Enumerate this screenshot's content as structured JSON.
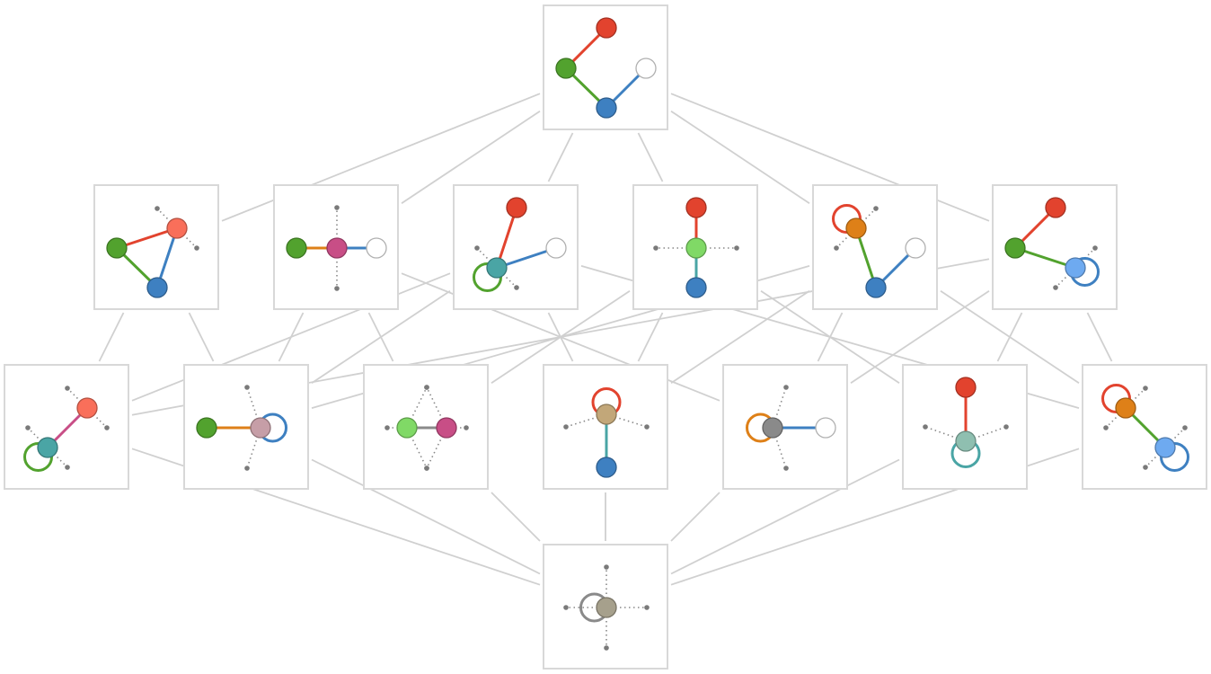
{
  "diagram": {
    "colors": {
      "red": "#e2432e",
      "salmon": "#f96f5a",
      "green": "#52a22e",
      "blue": "#3e80c1",
      "lightblue": "#6eaaf0",
      "teal": "#4aa5a5",
      "orange": "#de8018",
      "magenta": "#c84e86",
      "lightgreen": "#80d966",
      "tan": "#c2a779",
      "gray": "#8a8a8a",
      "white": "#ffffff",
      "mauve": "#c69ea7",
      "seafoam": "#8fbfb0",
      "khaki": "#a6a08c",
      "connector": "#d0d0d0",
      "frame": "#d8d8d8"
    },
    "graphs": [
      {
        "id": "root",
        "nodes": [
          {
            "color": "red"
          },
          {
            "color": "green"
          },
          {
            "color": "white"
          },
          {
            "color": "blue"
          }
        ],
        "edges": [
          {
            "from": 0,
            "to": 1,
            "color": "red"
          },
          {
            "from": 1,
            "to": 3,
            "color": "green"
          },
          {
            "from": 2,
            "to": 3,
            "color": "blue"
          }
        ]
      },
      {
        "id": "triangle",
        "nodes": [
          {
            "color": "green"
          },
          {
            "color": "salmon"
          },
          {
            "color": "blue"
          }
        ],
        "edges": [
          {
            "from": 0,
            "to": 1,
            "color": "red"
          },
          {
            "from": 0,
            "to": 2,
            "color": "green"
          },
          {
            "from": 1,
            "to": 2,
            "color": "blue"
          }
        ]
      },
      {
        "id": "magenta-hub",
        "nodes": [
          {
            "color": "green"
          },
          {
            "color": "magenta"
          },
          {
            "color": "white"
          }
        ],
        "edges": [
          {
            "from": 0,
            "to": 1,
            "color": "orange"
          },
          {
            "from": 1,
            "to": 2,
            "color": "blue"
          }
        ]
      },
      {
        "id": "teal-loop-green",
        "nodes": [
          {
            "color": "red"
          },
          {
            "color": "teal"
          },
          {
            "color": "white"
          }
        ],
        "edges": [
          {
            "from": 0,
            "to": 1,
            "color": "red"
          },
          {
            "from": 1,
            "to": 2,
            "color": "blue"
          }
        ],
        "loops": [
          {
            "node": 1,
            "color": "green"
          }
        ]
      },
      {
        "id": "lightgreen-hub",
        "nodes": [
          {
            "color": "red"
          },
          {
            "color": "lightgreen"
          },
          {
            "color": "blue"
          }
        ],
        "edges": [
          {
            "from": 0,
            "to": 1,
            "color": "red"
          },
          {
            "from": 1,
            "to": 2,
            "color": "teal"
          }
        ]
      },
      {
        "id": "orange-loop-red",
        "nodes": [
          {
            "color": "orange"
          },
          {
            "color": "white"
          },
          {
            "color": "blue"
          }
        ],
        "edges": [
          {
            "from": 0,
            "to": 2,
            "color": "green"
          },
          {
            "from": 1,
            "to": 2,
            "color": "blue"
          }
        ],
        "loops": [
          {
            "node": 0,
            "color": "red"
          }
        ]
      },
      {
        "id": "lightblue-loop-blue",
        "nodes": [
          {
            "color": "red"
          },
          {
            "color": "green"
          },
          {
            "color": "lightblue"
          }
        ],
        "edges": [
          {
            "from": 0,
            "to": 1,
            "color": "red"
          },
          {
            "from": 1,
            "to": 2,
            "color": "green"
          }
        ],
        "loops": [
          {
            "node": 2,
            "color": "blue"
          }
        ]
      },
      {
        "id": "salmon-teal",
        "nodes": [
          {
            "color": "salmon"
          },
          {
            "color": "teal"
          }
        ],
        "edges": [
          {
            "from": 0,
            "to": 1,
            "color": "magenta"
          }
        ],
        "loops": [
          {
            "node": 1,
            "color": "green"
          }
        ]
      },
      {
        "id": "mauve-loop-blue",
        "nodes": [
          {
            "color": "green"
          },
          {
            "color": "mauve"
          }
        ],
        "edges": [
          {
            "from": 0,
            "to": 1,
            "color": "orange"
          }
        ],
        "loops": [
          {
            "node": 1,
            "color": "blue"
          }
        ]
      },
      {
        "id": "lightgreen-magenta",
        "nodes": [
          {
            "color": "lightgreen"
          },
          {
            "color": "magenta"
          }
        ],
        "edges": [
          {
            "from": 0,
            "to": 1,
            "color": "gray"
          }
        ]
      },
      {
        "id": "tan-loop-red",
        "nodes": [
          {
            "color": "tan"
          },
          {
            "color": "blue"
          }
        ],
        "edges": [
          {
            "from": 0,
            "to": 1,
            "color": "teal"
          }
        ],
        "loops": [
          {
            "node": 0,
            "color": "red"
          }
        ]
      },
      {
        "id": "gray-loop-orange",
        "nodes": [
          {
            "color": "gray"
          },
          {
            "color": "white"
          }
        ],
        "edges": [
          {
            "from": 0,
            "to": 1,
            "color": "blue"
          }
        ],
        "loops": [
          {
            "node": 0,
            "color": "orange"
          }
        ]
      },
      {
        "id": "seafoam-loop-teal",
        "nodes": [
          {
            "color": "red"
          },
          {
            "color": "seafoam"
          }
        ],
        "edges": [
          {
            "from": 0,
            "to": 1,
            "color": "red"
          }
        ],
        "loops": [
          {
            "node": 1,
            "color": "teal"
          }
        ]
      },
      {
        "id": "two-loops",
        "nodes": [
          {
            "color": "orange"
          },
          {
            "color": "lightblue"
          }
        ],
        "edges": [
          {
            "from": 0,
            "to": 1,
            "color": "green"
          }
        ],
        "loops": [
          {
            "node": 0,
            "color": "red"
          },
          {
            "node": 1,
            "color": "blue"
          }
        ]
      },
      {
        "id": "bottom",
        "nodes": [
          {
            "color": "khaki"
          }
        ],
        "edges": [],
        "loops": [
          {
            "node": 0,
            "color": "gray"
          }
        ]
      }
    ],
    "connections": [
      [
        "root",
        "triangle"
      ],
      [
        "root",
        "magenta-hub"
      ],
      [
        "root",
        "teal-loop-green"
      ],
      [
        "root",
        "lightgreen-hub"
      ],
      [
        "root",
        "orange-loop-red"
      ],
      [
        "root",
        "lightblue-loop-blue"
      ],
      [
        "triangle",
        "salmon-teal"
      ],
      [
        "triangle",
        "mauve-loop-blue"
      ],
      [
        "magenta-hub",
        "mauve-loop-blue"
      ],
      [
        "magenta-hub",
        "lightgreen-magenta"
      ],
      [
        "magenta-hub",
        "gray-loop-orange"
      ],
      [
        "teal-loop-green",
        "salmon-teal"
      ],
      [
        "teal-loop-green",
        "mauve-loop-blue"
      ],
      [
        "teal-loop-green",
        "tan-loop-red"
      ],
      [
        "teal-loop-green",
        "two-loops"
      ],
      [
        "lightgreen-hub",
        "lightgreen-magenta"
      ],
      [
        "lightgreen-hub",
        "tan-loop-red"
      ],
      [
        "lightgreen-hub",
        "seafoam-loop-teal"
      ],
      [
        "orange-loop-red",
        "mauve-loop-blue"
      ],
      [
        "orange-loop-red",
        "tan-loop-red"
      ],
      [
        "orange-loop-red",
        "gray-loop-orange"
      ],
      [
        "orange-loop-red",
        "two-loops"
      ],
      [
        "lightblue-loop-blue",
        "salmon-teal"
      ],
      [
        "lightblue-loop-blue",
        "gray-loop-orange"
      ],
      [
        "lightblue-loop-blue",
        "seafoam-loop-teal"
      ],
      [
        "lightblue-loop-blue",
        "two-loops"
      ],
      [
        "salmon-teal",
        "bottom"
      ],
      [
        "mauve-loop-blue",
        "bottom"
      ],
      [
        "lightgreen-magenta",
        "bottom"
      ],
      [
        "tan-loop-red",
        "bottom"
      ],
      [
        "gray-loop-orange",
        "bottom"
      ],
      [
        "seafoam-loop-teal",
        "bottom"
      ],
      [
        "two-loops",
        "bottom"
      ]
    ]
  }
}
